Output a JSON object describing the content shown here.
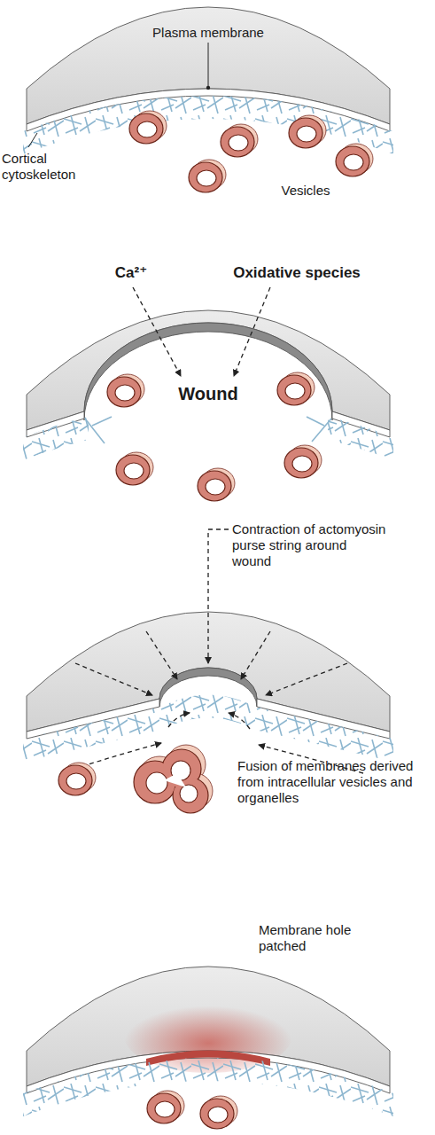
{
  "diagram": {
    "labels": [
      "Plasma membrane",
      "Cortical cytoskeleton",
      "Vesicles",
      "Ca²⁺",
      "Oxidative species",
      "Wound",
      "Contraction of actomyosin purse string around wound",
      "Fusion of membranes derived from intracellular vesicles and organelles",
      "Membrane hole patched"
    ]
  }
}
